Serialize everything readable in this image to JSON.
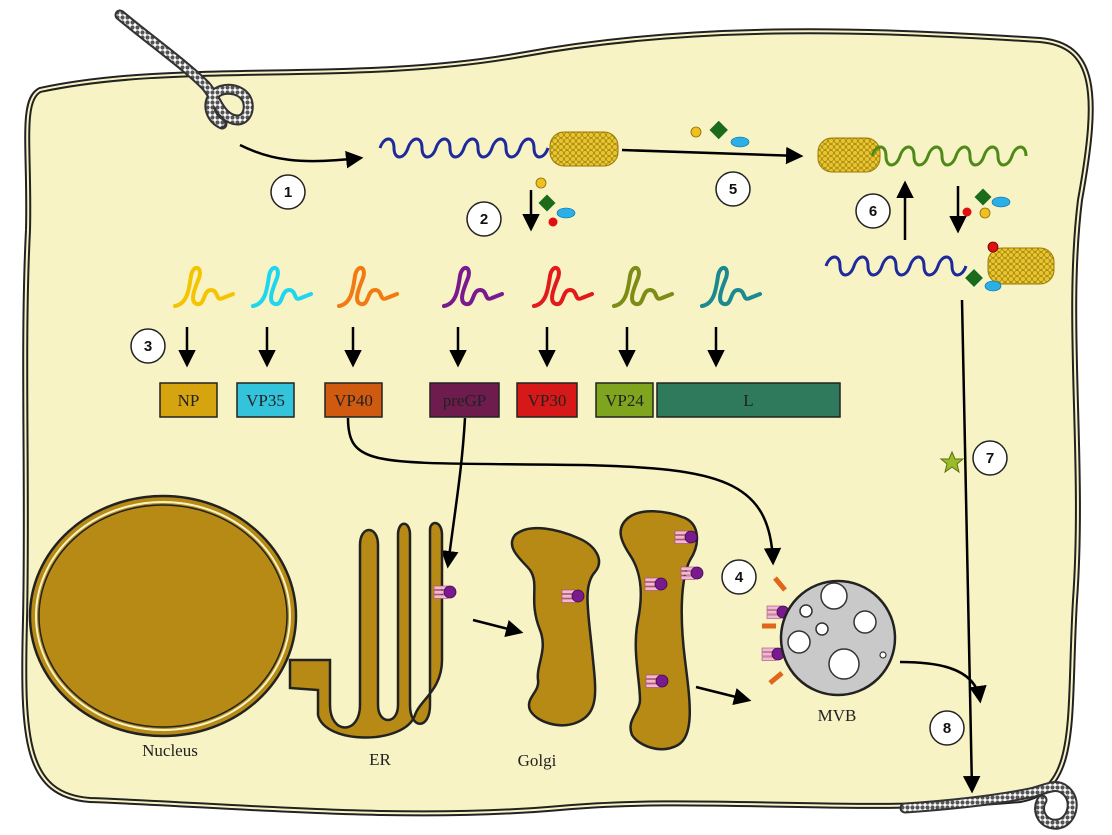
{
  "steps": [
    "1",
    "2",
    "3",
    "4",
    "5",
    "6",
    "7",
    "8"
  ],
  "proteins": [
    {
      "label": "NP",
      "color": "#d6a40e"
    },
    {
      "label": "VP35",
      "color": "#33c4dc"
    },
    {
      "label": "VP40",
      "color": "#cf5a10"
    },
    {
      "label": "preGP",
      "color": "#6e1b4e"
    },
    {
      "label": "VP30",
      "color": "#d61818"
    },
    {
      "label": "VP24",
      "color": "#7fa41e"
    },
    {
      "label": "L",
      "color": "#2f7a5c"
    }
  ],
  "mrna_colors": [
    "#f5c400",
    "#1fd6f0",
    "#f27a12",
    "#7a1a8e",
    "#e21a1a",
    "#7c8c14",
    "#1a8a90"
  ],
  "organelles": {
    "nucleus": "Nucleus",
    "er": "ER",
    "golgi": "Golgi",
    "mvb": "MVB"
  },
  "colors": {
    "cytoplasm": "#f7f3c4",
    "organelle": "#b68a15",
    "genome": "#1e2a9c",
    "antigenome": "#4f8a18",
    "nucleocapsid": "#e8c42a",
    "virion": "#444444"
  }
}
